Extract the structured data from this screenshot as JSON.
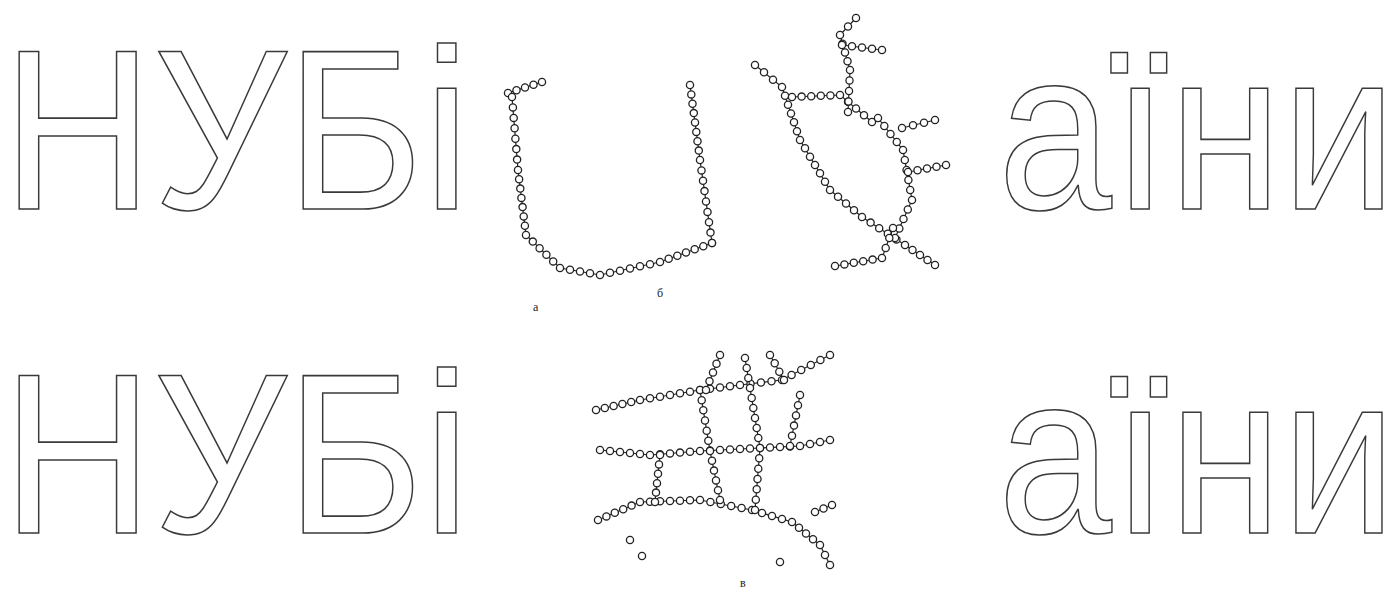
{
  "diagram": {
    "labels": [
      "НУБі",
      "аїни",
      "а",
      "б",
      "НУБі",
      "аїни",
      "в"
    ]
  }
}
